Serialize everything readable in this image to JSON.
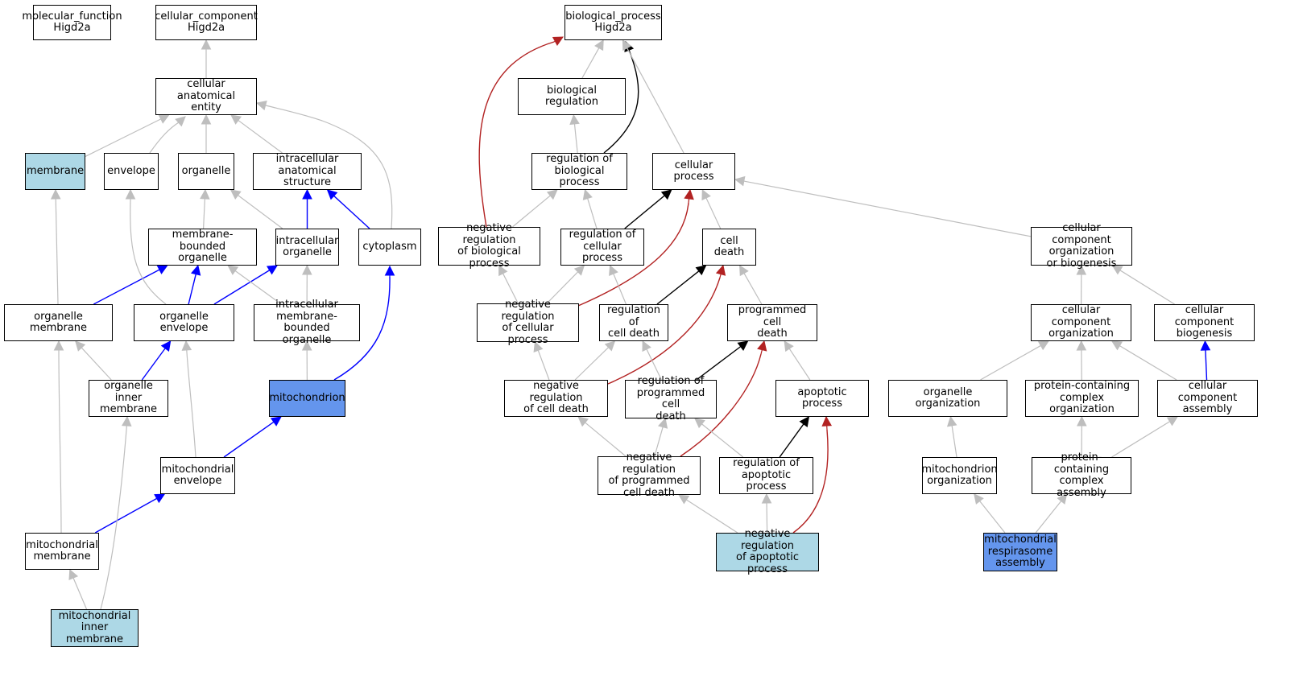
{
  "colors": {
    "gray_edge": "#bebebe",
    "blue_edge": "#0000ff",
    "black_edge": "#000000",
    "red_edge": "#b22222",
    "light_fill": "#add8e6",
    "dark_fill": "#6495ed",
    "plain_fill": "#ffffff"
  },
  "nodes": {
    "molecular_function": {
      "label": "molecular_function\nHigd2a",
      "fill": "plain"
    },
    "cellular_component": {
      "label": "cellular_component\nHigd2a",
      "fill": "plain"
    },
    "biological_process": {
      "label": "biological_process\nHigd2a",
      "fill": "plain"
    },
    "cellular_anatomical_entity": {
      "label": "cellular anatomical\nentity",
      "fill": "plain"
    },
    "membrane": {
      "label": "membrane",
      "fill": "light"
    },
    "envelope": {
      "label": "envelope",
      "fill": "plain"
    },
    "organelle": {
      "label": "organelle",
      "fill": "plain"
    },
    "intracellular_anatomical_structure": {
      "label": "intracellular\nanatomical structure",
      "fill": "plain"
    },
    "membrane_bounded_organelle": {
      "label": "membrane-bounded\norganelle",
      "fill": "plain"
    },
    "intracellular_organelle": {
      "label": "intracellular\norganelle",
      "fill": "plain"
    },
    "cytoplasm": {
      "label": "cytoplasm",
      "fill": "plain"
    },
    "organelle_membrane": {
      "label": "organelle membrane",
      "fill": "plain"
    },
    "organelle_envelope": {
      "label": "organelle envelope",
      "fill": "plain"
    },
    "intracellular_membrane_bounded_organelle": {
      "label": "intracellular\nmembrane-bounded\norganelle",
      "fill": "plain"
    },
    "organelle_inner_membrane": {
      "label": "organelle inner\nmembrane",
      "fill": "plain"
    },
    "mitochondrion": {
      "label": "mitochondrion",
      "fill": "dark"
    },
    "mitochondrial_envelope": {
      "label": "mitochondrial\nenvelope",
      "fill": "plain"
    },
    "mitochondrial_membrane": {
      "label": "mitochondrial\nmembrane",
      "fill": "plain"
    },
    "mitochondrial_inner_membrane": {
      "label": "mitochondrial\ninner membrane",
      "fill": "light"
    },
    "biological_regulation": {
      "label": "biological regulation",
      "fill": "plain"
    },
    "regulation_of_biological_process": {
      "label": "regulation of\nbiological process",
      "fill": "plain"
    },
    "cellular_process": {
      "label": "cellular process",
      "fill": "plain"
    },
    "negative_regulation_of_biological_process": {
      "label": "negative regulation\nof biological\nprocess",
      "fill": "plain"
    },
    "regulation_of_cellular_process": {
      "label": "regulation of\ncellular process",
      "fill": "plain"
    },
    "cell_death": {
      "label": "cell death",
      "fill": "plain"
    },
    "cellular_component_organization_or_biogenesis": {
      "label": "cellular component\norganization\nor biogenesis",
      "fill": "plain"
    },
    "negative_regulation_of_cellular_process": {
      "label": "negative regulation\nof cellular\nprocess",
      "fill": "plain"
    },
    "regulation_of_cell_death": {
      "label": "regulation of\ncell death",
      "fill": "plain"
    },
    "programmed_cell_death": {
      "label": "programmed cell\ndeath",
      "fill": "plain"
    },
    "cellular_component_organization": {
      "label": "cellular component\norganization",
      "fill": "plain"
    },
    "cellular_component_biogenesis": {
      "label": "cellular component\nbiogenesis",
      "fill": "plain"
    },
    "negative_regulation_of_cell_death": {
      "label": "negative regulation\nof cell death",
      "fill": "plain"
    },
    "regulation_of_programmed_cell_death": {
      "label": "regulation of\nprogrammed cell\ndeath",
      "fill": "plain"
    },
    "apoptotic_process": {
      "label": "apoptotic process",
      "fill": "plain"
    },
    "organelle_organization": {
      "label": "organelle organization",
      "fill": "plain"
    },
    "protein_containing_complex_organization": {
      "label": "protein-containing\ncomplex organization",
      "fill": "plain"
    },
    "cellular_component_assembly": {
      "label": "cellular component\nassembly",
      "fill": "plain"
    },
    "negative_regulation_of_programmed_cell_death": {
      "label": "negative regulation\nof programmed\ncell death",
      "fill": "plain"
    },
    "regulation_of_apoptotic_process": {
      "label": "regulation of\napoptotic process",
      "fill": "plain"
    },
    "mitochondrion_organization": {
      "label": "mitochondrion\norganization",
      "fill": "plain"
    },
    "protein_containing_complex_assembly": {
      "label": "protein-containing\ncomplex assembly",
      "fill": "plain"
    },
    "negative_regulation_of_apoptotic_process": {
      "label": "negative regulation\nof apoptotic\nprocess",
      "fill": "light"
    },
    "mitochondrial_respirasome_assembly": {
      "label": "mitochondrial\nrespirasome\nassembly",
      "fill": "dark"
    }
  },
  "edges": [
    {
      "from": "cellular_anatomical_entity",
      "to": "cellular_component",
      "type": "gray"
    },
    {
      "from": "membrane",
      "to": "cellular_anatomical_entity",
      "type": "gray"
    },
    {
      "from": "envelope",
      "to": "cellular_anatomical_entity",
      "type": "gray"
    },
    {
      "from": "organelle",
      "to": "cellular_anatomical_entity",
      "type": "gray"
    },
    {
      "from": "intracellular_anatomical_structure",
      "to": "cellular_anatomical_entity",
      "type": "gray"
    },
    {
      "from": "cytoplasm",
      "to": "cellular_anatomical_entity",
      "type": "gray"
    },
    {
      "from": "membrane_bounded_organelle",
      "to": "organelle",
      "type": "gray"
    },
    {
      "from": "intracellular_organelle",
      "to": "organelle",
      "type": "gray"
    },
    {
      "from": "intracellular_organelle",
      "to": "intracellular_anatomical_structure",
      "type": "blue"
    },
    {
      "from": "cytoplasm",
      "to": "intracellular_anatomical_structure",
      "type": "blue"
    },
    {
      "from": "organelle_membrane",
      "to": "membrane",
      "type": "gray"
    },
    {
      "from": "organelle_membrane",
      "to": "membrane_bounded_organelle",
      "type": "blue"
    },
    {
      "from": "organelle_envelope",
      "to": "envelope",
      "type": "gray"
    },
    {
      "from": "organelle_envelope",
      "to": "membrane_bounded_organelle",
      "type": "blue"
    },
    {
      "from": "organelle_envelope",
      "to": "intracellular_organelle",
      "type": "blue"
    },
    {
      "from": "intracellular_membrane_bounded_organelle",
      "to": "membrane_bounded_organelle",
      "type": "gray"
    },
    {
      "from": "intracellular_membrane_bounded_organelle",
      "to": "intracellular_organelle",
      "type": "gray"
    },
    {
      "from": "organelle_inner_membrane",
      "to": "organelle_membrane",
      "type": "gray"
    },
    {
      "from": "organelle_inner_membrane",
      "to": "organelle_envelope",
      "type": "blue"
    },
    {
      "from": "mitochondrion",
      "to": "intracellular_membrane_bounded_organelle",
      "type": "gray"
    },
    {
      "from": "mitochondrion",
      "to": "cytoplasm",
      "type": "blue"
    },
    {
      "from": "mitochondrial_envelope",
      "to": "organelle_envelope",
      "type": "gray"
    },
    {
      "from": "mitochondrial_envelope",
      "to": "mitochondrion",
      "type": "blue"
    },
    {
      "from": "mitochondrial_membrane",
      "to": "organelle_membrane",
      "type": "gray"
    },
    {
      "from": "mitochondrial_membrane",
      "to": "mitochondrial_envelope",
      "type": "blue"
    },
    {
      "from": "mitochondrial_inner_membrane",
      "to": "mitochondrial_membrane",
      "type": "gray"
    },
    {
      "from": "mitochondrial_inner_membrane",
      "to": "organelle_inner_membrane",
      "type": "gray"
    },
    {
      "from": "biological_regulation",
      "to": "biological_process",
      "type": "gray"
    },
    {
      "from": "regulation_of_biological_process",
      "to": "biological_regulation",
      "type": "gray"
    },
    {
      "from": "regulation_of_biological_process",
      "to": "biological_process",
      "type": "black"
    },
    {
      "from": "cellular_process",
      "to": "biological_process",
      "type": "gray"
    },
    {
      "from": "negative_regulation_of_biological_process",
      "to": "biological_process",
      "type": "red"
    },
    {
      "from": "negative_regulation_of_biological_process",
      "to": "regulation_of_biological_process",
      "type": "gray"
    },
    {
      "from": "regulation_of_cellular_process",
      "to": "regulation_of_biological_process",
      "type": "gray"
    },
    {
      "from": "regulation_of_cellular_process",
      "to": "cellular_process",
      "type": "black"
    },
    {
      "from": "cell_death",
      "to": "cellular_process",
      "type": "gray"
    },
    {
      "from": "cellular_component_organization_or_biogenesis",
      "to": "cellular_process",
      "type": "gray"
    },
    {
      "from": "negative_regulation_of_cellular_process",
      "to": "negative_regulation_of_biological_process",
      "type": "gray"
    },
    {
      "from": "negative_regulation_of_cellular_process",
      "to": "regulation_of_cellular_process",
      "type": "gray"
    },
    {
      "from": "negative_regulation_of_cellular_process",
      "to": "cellular_process",
      "type": "red"
    },
    {
      "from": "regulation_of_cell_death",
      "to": "regulation_of_cellular_process",
      "type": "gray"
    },
    {
      "from": "regulation_of_cell_death",
      "to": "cell_death",
      "type": "black"
    },
    {
      "from": "programmed_cell_death",
      "to": "cell_death",
      "type": "gray"
    },
    {
      "from": "cellular_component_organization",
      "to": "cellular_component_organization_or_biogenesis",
      "type": "gray"
    },
    {
      "from": "cellular_component_biogenesis",
      "to": "cellular_component_organization_or_biogenesis",
      "type": "gray"
    },
    {
      "from": "negative_regulation_of_cell_death",
      "to": "negative_regulation_of_cellular_process",
      "type": "gray"
    },
    {
      "from": "negative_regulation_of_cell_death",
      "to": "regulation_of_cell_death",
      "type": "gray"
    },
    {
      "from": "negative_regulation_of_cell_death",
      "to": "cell_death",
      "type": "red"
    },
    {
      "from": "regulation_of_programmed_cell_death",
      "to": "regulation_of_cell_death",
      "type": "gray"
    },
    {
      "from": "regulation_of_programmed_cell_death",
      "to": "programmed_cell_death",
      "type": "black"
    },
    {
      "from": "apoptotic_process",
      "to": "programmed_cell_death",
      "type": "gray"
    },
    {
      "from": "organelle_organization",
      "to": "cellular_component_organization",
      "type": "gray"
    },
    {
      "from": "protein_containing_complex_organization",
      "to": "cellular_component_organization",
      "type": "gray"
    },
    {
      "from": "cellular_component_assembly",
      "to": "cellular_component_organization",
      "type": "gray"
    },
    {
      "from": "cellular_component_assembly",
      "to": "cellular_component_biogenesis",
      "type": "blue"
    },
    {
      "from": "negative_regulation_of_programmed_cell_death",
      "to": "negative_regulation_of_cell_death",
      "type": "gray"
    },
    {
      "from": "negative_regulation_of_programmed_cell_death",
      "to": "regulation_of_programmed_cell_death",
      "type": "gray"
    },
    {
      "from": "negative_regulation_of_programmed_cell_death",
      "to": "programmed_cell_death",
      "type": "red"
    },
    {
      "from": "regulation_of_apoptotic_process",
      "to": "regulation_of_programmed_cell_death",
      "type": "gray"
    },
    {
      "from": "regulation_of_apoptotic_process",
      "to": "apoptotic_process",
      "type": "black"
    },
    {
      "from": "mitochondrion_organization",
      "to": "organelle_organization",
      "type": "gray"
    },
    {
      "from": "protein_containing_complex_assembly",
      "to": "protein_containing_complex_organization",
      "type": "gray"
    },
    {
      "from": "protein_containing_complex_assembly",
      "to": "cellular_component_assembly",
      "type": "gray"
    },
    {
      "from": "negative_regulation_of_apoptotic_process",
      "to": "negative_regulation_of_programmed_cell_death",
      "type": "gray"
    },
    {
      "from": "negative_regulation_of_apoptotic_process",
      "to": "regulation_of_apoptotic_process",
      "type": "gray"
    },
    {
      "from": "negative_regulation_of_apoptotic_process",
      "to": "apoptotic_process",
      "type": "red"
    },
    {
      "from": "mitochondrial_respirasome_assembly",
      "to": "mitochondrion_organization",
      "type": "gray"
    },
    {
      "from": "mitochondrial_respirasome_assembly",
      "to": "protein_containing_complex_assembly",
      "type": "gray"
    }
  ]
}
